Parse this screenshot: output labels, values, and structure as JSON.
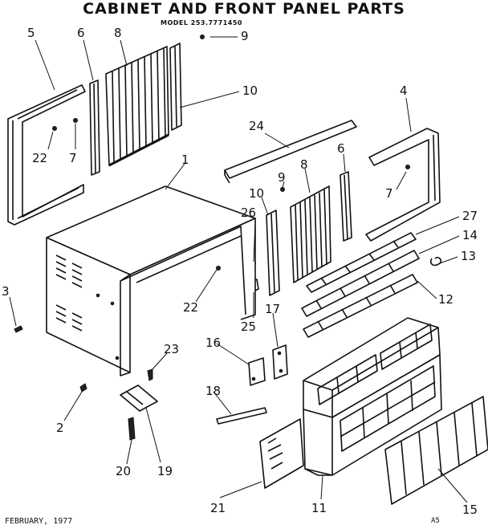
{
  "title": "CABINET AND FRONT PANEL PARTS",
  "model": "MODEL 253.7771450",
  "footer": {
    "date": "FEBRUARY, 1977",
    "code": "A5"
  },
  "callouts": [
    {
      "id": "c5",
      "text": "5"
    },
    {
      "id": "c6a",
      "text": "6"
    },
    {
      "id": "c8a",
      "text": "8"
    },
    {
      "id": "c9a",
      "text": "9"
    },
    {
      "id": "c10a",
      "text": "10"
    },
    {
      "id": "c22a",
      "text": "22"
    },
    {
      "id": "c7a",
      "text": "7"
    },
    {
      "id": "c4",
      "text": "4"
    },
    {
      "id": "c24",
      "text": "24"
    },
    {
      "id": "c6b",
      "text": "6"
    },
    {
      "id": "c7b",
      "text": "7"
    },
    {
      "id": "c1",
      "text": "1"
    },
    {
      "id": "c9b",
      "text": "9"
    },
    {
      "id": "c8b",
      "text": "8"
    },
    {
      "id": "c10b",
      "text": "10"
    },
    {
      "id": "c26",
      "text": "26"
    },
    {
      "id": "c27",
      "text": "27"
    },
    {
      "id": "c14",
      "text": "14"
    },
    {
      "id": "c13",
      "text": "13"
    },
    {
      "id": "c12",
      "text": "12"
    },
    {
      "id": "c3",
      "text": "3"
    },
    {
      "id": "c22b",
      "text": "22"
    },
    {
      "id": "c25",
      "text": "25"
    },
    {
      "id": "c17",
      "text": "17"
    },
    {
      "id": "c16",
      "text": "16"
    },
    {
      "id": "c23",
      "text": "23"
    },
    {
      "id": "c2",
      "text": "2"
    },
    {
      "id": "c18",
      "text": "18"
    },
    {
      "id": "c20",
      "text": "20"
    },
    {
      "id": "c19",
      "text": "19"
    },
    {
      "id": "c21",
      "text": "21"
    },
    {
      "id": "c11",
      "text": "11"
    },
    {
      "id": "c15",
      "text": "15"
    }
  ]
}
